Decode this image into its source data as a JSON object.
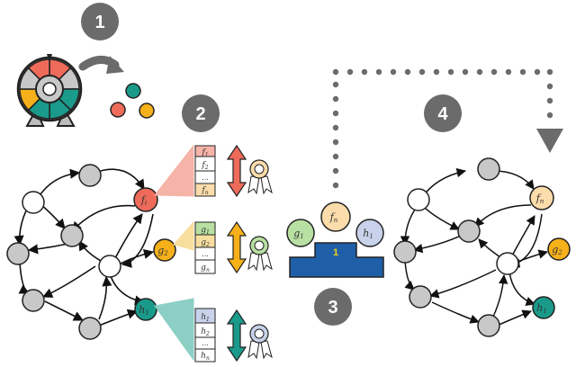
{
  "colors": {
    "badge": "#6b6b6b",
    "red": "#ee6b5a",
    "orange": "#f5b01a",
    "teal": "#1a9a8a",
    "gray": "#c8c8c8",
    "podium": "#1f5fa8",
    "podium_label": "#f5d313",
    "light_red": "#f6b3a8",
    "light_orange": "#f8dfa0",
    "light_teal": "#8ccfc5",
    "light_cream": "#fbdcaa",
    "green_node": "#b8e0a2",
    "lilac_node": "#c8d2ea"
  },
  "steps": [
    "1",
    "2",
    "3",
    "4"
  ],
  "nodes": {
    "f": "f",
    "f_sub": "i",
    "g": "g",
    "g_sub": "2",
    "h": "h",
    "h_sub": "1"
  },
  "tables": [
    {
      "key": "f",
      "rows": [
        {
          "base": "f",
          "sub": "1"
        },
        {
          "base": "f",
          "sub": "2"
        },
        {
          "base": "...",
          "sub": ""
        },
        {
          "base": "f",
          "sub": "n"
        }
      ]
    },
    {
      "key": "g",
      "rows": [
        {
          "base": "g",
          "sub": "1"
        },
        {
          "base": "g",
          "sub": "2"
        },
        {
          "base": "...",
          "sub": ""
        },
        {
          "base": "g",
          "sub": "n"
        }
      ]
    },
    {
      "key": "h",
      "rows": [
        {
          "base": "h",
          "sub": "1"
        },
        {
          "base": "h",
          "sub": "2"
        },
        {
          "base": "...",
          "sub": ""
        },
        {
          "base": "h",
          "sub": "n"
        }
      ]
    }
  ],
  "podium": {
    "winner": "1",
    "first": {
      "base": "f",
      "sub": "n"
    },
    "second": {
      "base": "g",
      "sub": "1"
    },
    "third": {
      "base": "h",
      "sub": "1"
    }
  },
  "result_nodes": {
    "f": {
      "base": "f",
      "sub": "n"
    },
    "g": {
      "base": "g",
      "sub": "2"
    },
    "h": {
      "base": "h",
      "sub": "1"
    }
  }
}
